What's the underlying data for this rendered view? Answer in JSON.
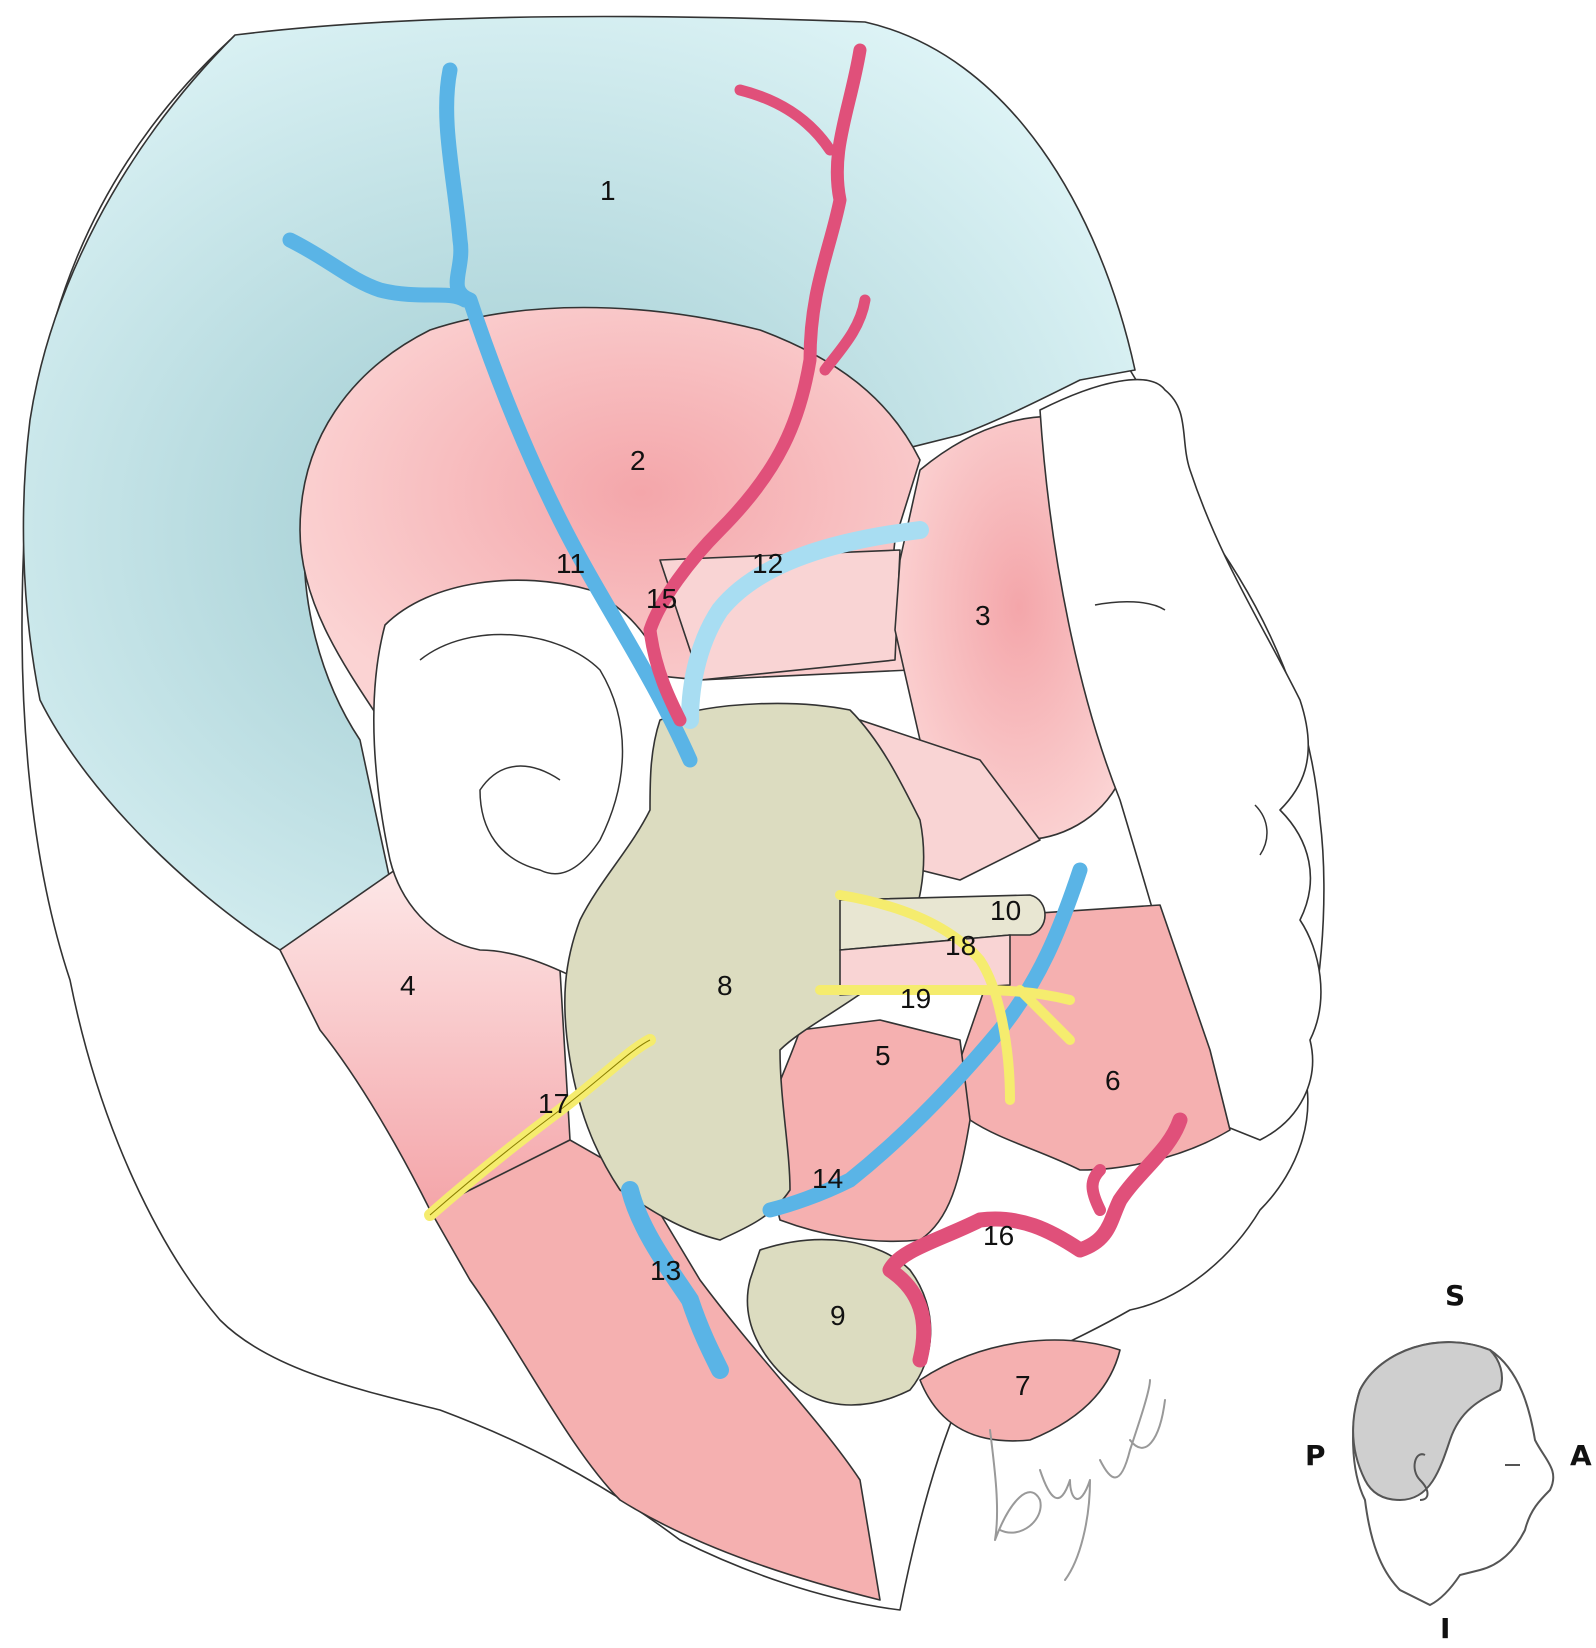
{
  "labels": [
    "1",
    "2",
    "3",
    "4",
    "5",
    "6",
    "7",
    "8",
    "9",
    "10",
    "11",
    "12",
    "13",
    "14",
    "15",
    "16",
    "17",
    "18",
    "19"
  ],
  "orientation": {
    "superior": "S",
    "inferior": "I",
    "posterior": "P",
    "anterior": "A"
  },
  "signature": "bunya",
  "colors": {
    "scalp": "#cfe9ec",
    "muscle": "#f5b3b3",
    "muscle_light": "#f9d4d4",
    "gland": "#dcdcc0",
    "vein": "#5ab4e6",
    "vein_light": "#a8ddf2",
    "artery": "#e0507a",
    "nerve": "#f5ec6e",
    "skin": "#ffffff"
  }
}
